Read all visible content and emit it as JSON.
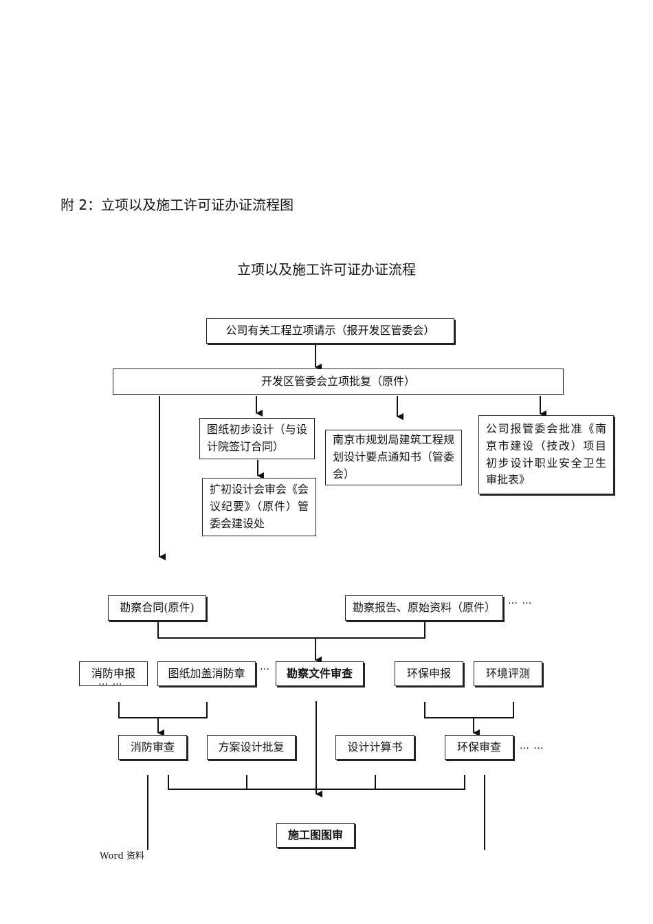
{
  "page_heading": "附 2：立项以及施工许可证办证流程图",
  "flow_title": "立项以及施工许可证办证流程",
  "nodes": {
    "project_request": "公司有关工程立项请示（报开发区管委会）",
    "project_approval": "开发区管委会立项批复（原件）",
    "preliminary_design": "图纸初步设计（与设计院签订合同）",
    "planning_notice": "南京市规划局建筑工程规划设计要点通知书（管委会）",
    "safety_approval": "公司报管委会批准《南京市建设（技改）项目初步设计职业安全卫生审批表》",
    "design_review_meeting": "扩初设计会审会《会议纪要》（原件）管委会建设处",
    "survey_contract": "勘察合同(原件)",
    "survey_report": "勘察报告、原始资料（原件）",
    "fire_declaration": "消防申报",
    "fire_stamp": "图纸加盖消防章",
    "survey_review": "勘察文件审查",
    "env_declaration": "环保申报",
    "env_assessment": "环境评测",
    "fire_review": "消防审查",
    "scheme_approval": "方案设计批复",
    "calc_book": "设计计算书",
    "env_review": "环保审查",
    "construction_drawing_review": "施工图图审"
  },
  "ellipsis": {
    "survey_report_more": "…  …",
    "fire_declaration_more": "…  …",
    "fire_stamp_more": "…",
    "env_review_more": "…  …"
  },
  "footer": "Word  资料"
}
